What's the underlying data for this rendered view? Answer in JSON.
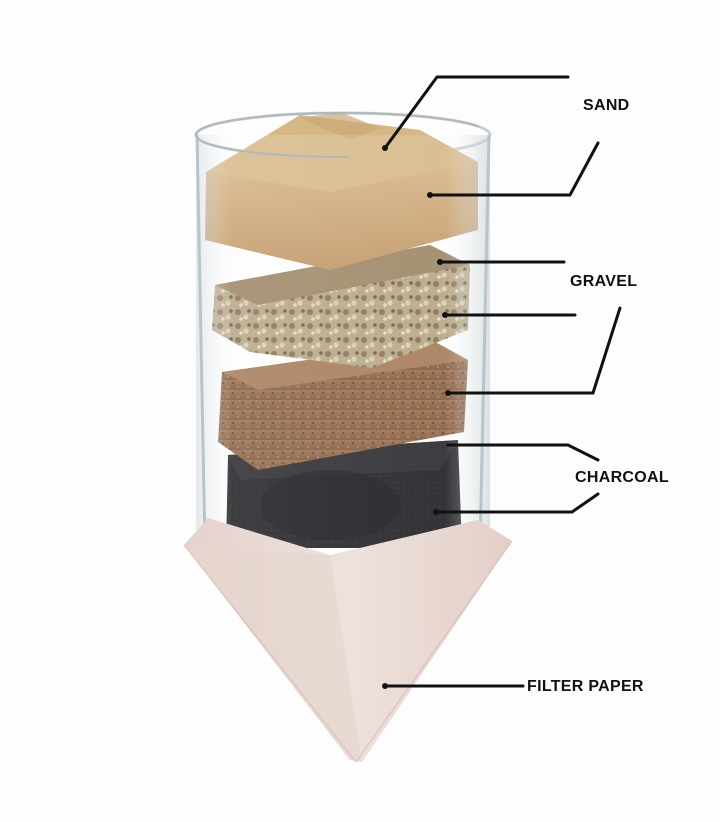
{
  "labels": {
    "sand": "SAND",
    "gravel": "GRAVEL",
    "charcoal": "CHARCOAL",
    "filter_paper": "FILTER PAPER"
  },
  "colors": {
    "sand": "#c9a26d",
    "sand_top": "#d8bb8c",
    "gravel": "#a8977a",
    "gravel_pebble": "#8a7050",
    "sponge": "#8c6243",
    "charcoal": "#1c1c20",
    "filter_paper": "#ecdcd6",
    "glass": "#dfe6ea",
    "leader_line": "#111111"
  }
}
